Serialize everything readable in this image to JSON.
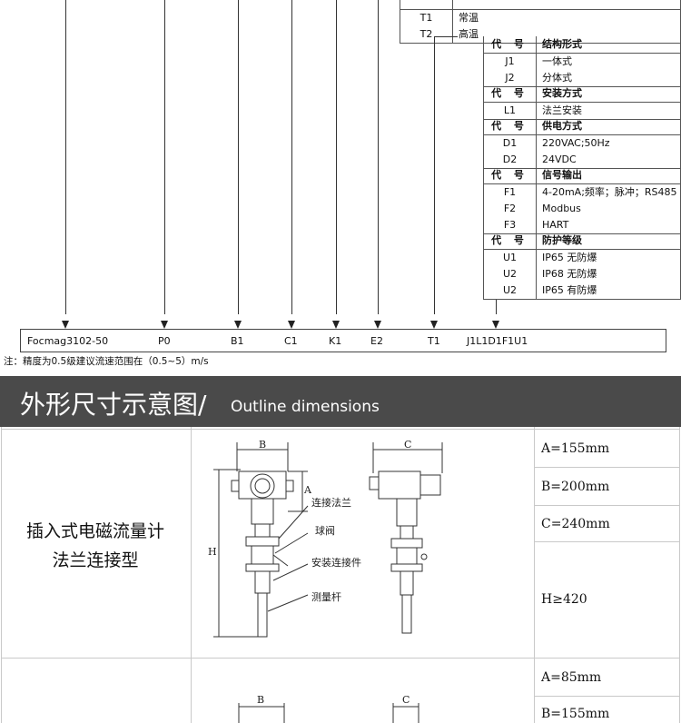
{
  "spec_groups": [
    {
      "header": null,
      "options": [
        {
          "code": "T1",
          "desc": "常温"
        },
        {
          "code": "T2",
          "desc": "高温"
        }
      ]
    },
    {
      "header": {
        "code": "代 号",
        "desc": "结构形式"
      },
      "options": [
        {
          "code": "J1",
          "desc": "一体式"
        },
        {
          "code": "J2",
          "desc": "分体式"
        }
      ]
    },
    {
      "header": {
        "code": "代 号",
        "desc": "安装方式"
      },
      "options": [
        {
          "code": "L1",
          "desc": "法兰安装"
        }
      ]
    },
    {
      "header": {
        "code": "代 号",
        "desc": "供电方式"
      },
      "options": [
        {
          "code": "D1",
          "desc": "220VAC;50Hz"
        },
        {
          "code": "D2",
          "desc": "24VDC"
        }
      ]
    },
    {
      "header": {
        "code": "代 号",
        "desc": "信号输出"
      },
      "options": [
        {
          "code": "F1",
          "desc": "4-20mA;频率；脉冲；RS485"
        },
        {
          "code": "F2",
          "desc": "Modbus"
        },
        {
          "code": "F3",
          "desc": "HART"
        }
      ]
    },
    {
      "header": {
        "code": "代 号",
        "desc": "防护等级"
      },
      "options": [
        {
          "code": "U1",
          "desc": "IP65 无防爆"
        },
        {
          "code": "U2",
          "desc": "IP68 无防爆"
        },
        {
          "code": "U2",
          "desc": "IP65 有防爆"
        }
      ]
    }
  ],
  "model_code": {
    "segments": [
      "Focmag3102-50",
      "P0",
      "B1",
      "C1",
      "K1",
      "E2",
      "T1",
      "J1L1D1F1U1"
    ]
  },
  "note": "注：精度为0.5级建议流速范围在（0.5~5）m/s",
  "banner": {
    "title_zh": "外形尺寸示意图/",
    "title_en": "Outline dimensions"
  },
  "outline": {
    "product_1": {
      "name_line1": "插入式电磁流量计",
      "name_line2": "法兰连接型"
    },
    "drawing_labels": {
      "b": "B",
      "c": "C",
      "a": "A",
      "h": "H",
      "flange": "连接法兰",
      "valve": "球阀",
      "fitting": "安装连接件",
      "rod": "测量杆"
    },
    "dims_1": [
      "A=155mm",
      "B=200mm",
      "C=240mm",
      "H≥420"
    ],
    "dims_2": [
      "A=85mm",
      "B=155mm"
    ]
  }
}
